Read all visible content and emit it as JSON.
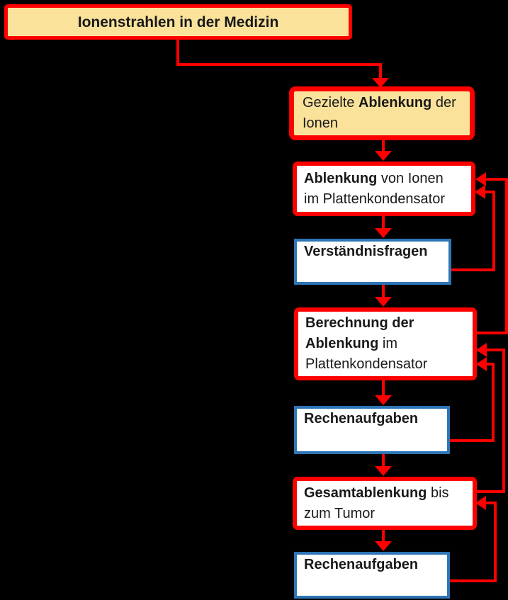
{
  "colors": {
    "red": "#FF0000",
    "blue": "#2E75B6",
    "yellow": "#FBE29B",
    "white": "#FFFFFF",
    "background": "#000000",
    "text": "#191919"
  },
  "nodes": {
    "title": {
      "lines": [
        [
          {
            "t": "Ionenstrahlen in der Medizin",
            "b": true
          }
        ]
      ]
    },
    "gezielte": {
      "lines": [
        [
          {
            "t": "Gezielte ",
            "b": false
          },
          {
            "t": "Ablenkung",
            "b": true
          },
          {
            "t": " der",
            "b": false
          }
        ],
        [
          {
            "t": "Ionen",
            "b": false
          }
        ]
      ]
    },
    "ablenkung": {
      "lines": [
        [
          {
            "t": "Ablenkung",
            "b": true
          },
          {
            "t": " von Ionen",
            "b": false
          }
        ],
        [
          {
            "t": "im Plattenkondensator",
            "b": false
          }
        ]
      ]
    },
    "verstaendnis": {
      "lines": [
        [
          {
            "t": "Verständnisfragen",
            "b": true
          }
        ]
      ]
    },
    "berechnung": {
      "lines": [
        [
          {
            "t": "Berechnung der",
            "b": true
          }
        ],
        [
          {
            "t": "Ablenkung",
            "b": true
          },
          {
            "t": " im",
            "b": false
          }
        ],
        [
          {
            "t": "Plattenkondensator",
            "b": false
          }
        ]
      ]
    },
    "rechen1": {
      "lines": [
        [
          {
            "t": "Rechenaufgaben",
            "b": true
          }
        ]
      ]
    },
    "gesamt": {
      "lines": [
        [
          {
            "t": "Gesamtablenkung",
            "b": true
          },
          {
            "t": " bis",
            "b": false
          }
        ],
        [
          {
            "t": "zum Tumor",
            "b": false
          }
        ]
      ]
    },
    "rechen2": {
      "lines": [
        [
          {
            "t": "Rechenaufgaben",
            "b": true
          }
        ]
      ]
    }
  }
}
